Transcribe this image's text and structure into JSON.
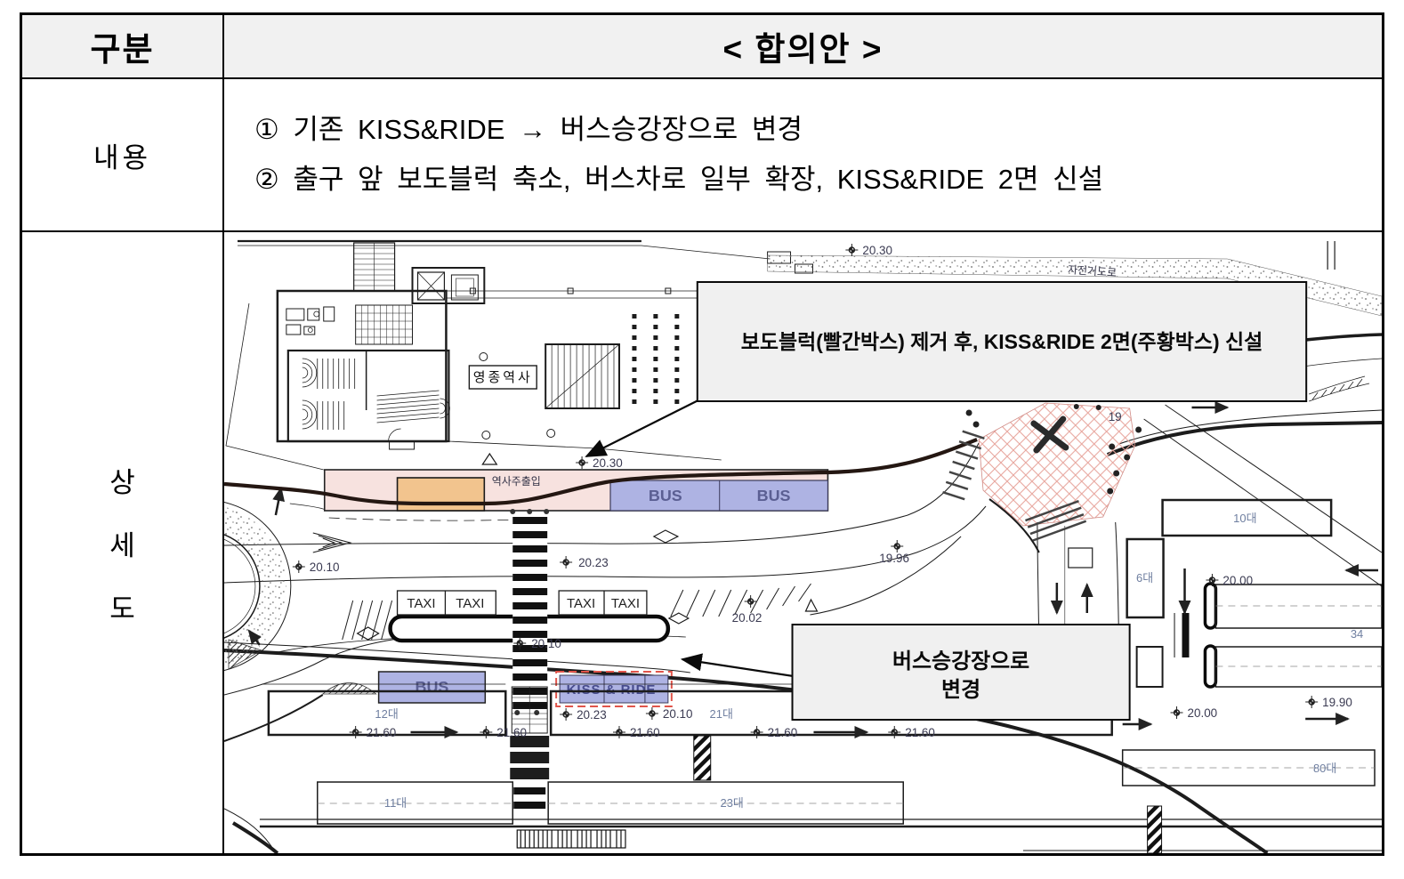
{
  "table": {
    "col1_header": "구분",
    "col2_header": "< 합의안 >",
    "row2_label": "내용",
    "row2_items": [
      "① 기존 KISS&RIDE → 버스승강장으로 변경",
      "② 출구 앞 보도블럭 축소, 버스차로 일부 확장, KISS&RIDE 2면 신설"
    ],
    "row3_label_chars": [
      "상",
      "세",
      "도"
    ]
  },
  "drawing": {
    "callout_top": "보도블럭(빨간박스) 제거 후, KISS&RIDE 2면(주황박스) 신설",
    "callout_bottom_line1": "버스승강장으로",
    "callout_bottom_line2": "변경",
    "labels": {
      "station": "영종역사",
      "entrance": "역사주출입",
      "bike_path": "자전거도로",
      "bus": [
        "BUS",
        "BUS",
        "BUS"
      ],
      "taxi": [
        "TAXI",
        "TAXI",
        "TAXI",
        "TAXI"
      ],
      "kiss_ride": "KISS & RIDE"
    },
    "elev": {
      "top2030": "20.30",
      "e2030": "20.30",
      "e2023a": "20.23",
      "e2010a": "20.10",
      "e2010b": "20.10",
      "e2002": "20.02",
      "e1996": "19.96",
      "e2023b": "20.23",
      "e2160": [
        "21.60",
        "21.60",
        "21.60",
        "21.60",
        "21.60"
      ],
      "e2010c": "20.10",
      "e2000a": "20.00",
      "e2000b": "20.00",
      "e1990": "19.90",
      "e19": "19"
    },
    "parking": {
      "p12": "12대",
      "p21": "21대",
      "p11": "11대",
      "p23": "23대",
      "p10": "10대",
      "p6": "6대",
      "p80": "80대",
      "p34": "34"
    }
  },
  "colors": {
    "hl_red": "#f7e2df",
    "hl_orange": "#f2c48e",
    "hl_blue": "#aeb3e3",
    "kiss_border": "#e0544a",
    "callout_bg": "#f0f0f0",
    "header_bg": "#f1f1f1",
    "cad_line": "#1c1c1c",
    "blue_text": "#5b5f93",
    "elev_text": "#3b3b52",
    "stall_text": "#6f7fa0",
    "plaza_pink": "#e8a79f"
  }
}
